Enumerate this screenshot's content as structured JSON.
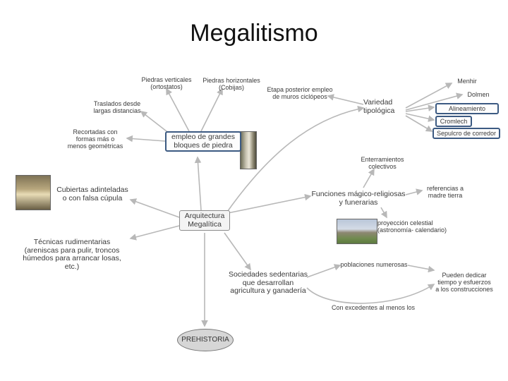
{
  "title": "Megalitismo",
  "nodes": {
    "piedras_verticales": "Piedras verticales\n(ortostatos)",
    "piedras_horizontales": "Piedras horizontales\n(Cobijas)",
    "traslados": "Traslados desde\nlargas distancias",
    "etapa": "Etapa posterior empleo\nde muros ciclópeos",
    "variedad": "Variedad\ntipológica",
    "menhir": "Menhir",
    "dolmen": "Dolmen",
    "alineamiento": "Alineamiento",
    "cromlech": "Cromlech",
    "sepulcro": "Sepulcro de corredor",
    "recortadas": "Recortadas con\nformas más o\nmenos geométricas",
    "empleo": "empleo de grandes\nbloques de piedra",
    "enterramientos": "Enterramientos\ncolectivos",
    "cubiertas": "Cubiertas adinteladas\no con falsa cúpula",
    "funciones": "Funciones mágico-religiosas\ny funerarias",
    "referencias": "referencias a\nmadre tierra",
    "arquitectura": "Arquitectura\nMegalítica",
    "proyeccion": "proyección celestial\n(astronomía- calendario)",
    "tecnicas": "Técnicas rudimentarias\n(areniscas para pulir, troncos\nhúmedos para arrancar losas,\netc.)",
    "poblaciones": "poblaciones numerosas",
    "sociedades": "Sociedades sedentarias\nque desarrollan\nagricultura y ganadería",
    "pueden": "Pueden dedicar\ntiempo y esfuerzos\na los construcciones",
    "excedentes": "Con excedentes al menos los",
    "prehistoria": "PREHISTORIA"
  },
  "colors": {
    "edge": "#b8b8b8",
    "blue_border": "#3c5a82",
    "oval_fill": "#d6d6d6"
  }
}
